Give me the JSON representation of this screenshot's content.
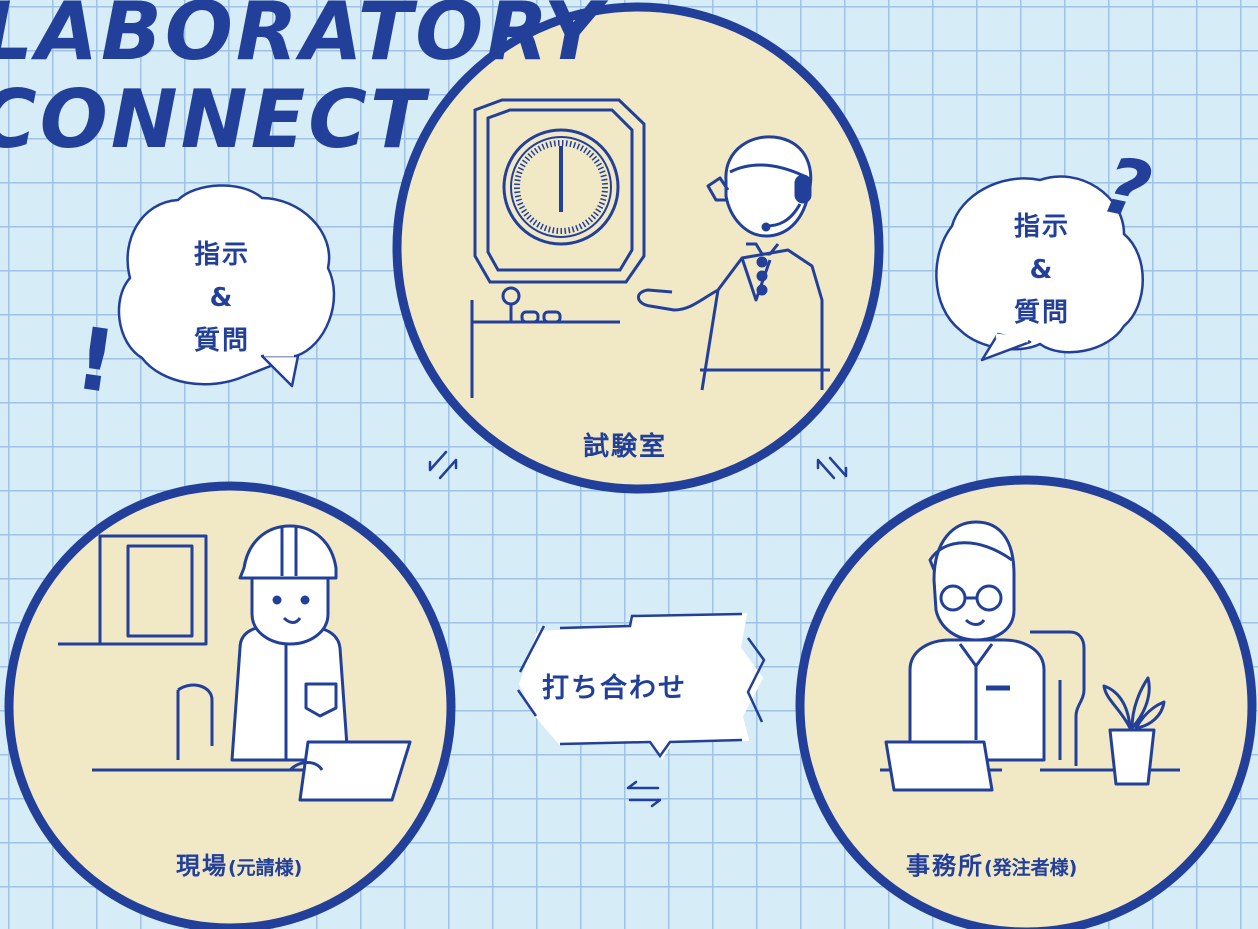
{
  "title": {
    "line1": "LABORATORY",
    "line2": "CONNECT"
  },
  "nodes": {
    "lab": {
      "label": "試験室"
    },
    "site": {
      "label": "現場",
      "sub": "(元請様)"
    },
    "office": {
      "label": "事務所",
      "sub": "(発注者様)"
    }
  },
  "bubbles": {
    "left": {
      "line1": "指示",
      "line2": "&",
      "line3": "質問"
    },
    "right": {
      "line1": "指示",
      "line2": "&",
      "line3": "質問"
    },
    "meeting": {
      "label": "打ち合わせ"
    }
  },
  "marks": {
    "exclaim": "!",
    "question": "?"
  },
  "colors": {
    "background": "#d6ecf7",
    "grid": "#9fc2e6",
    "navy": "#22409a",
    "cream": "#f1e8c6",
    "white": "#ffffff"
  },
  "icons": [
    "arrows-icon",
    "clock-gauge-icon",
    "operator-headset-icon",
    "worker-helmet-icon",
    "manager-glasses-icon",
    "laptop-icon",
    "plant-icon",
    "desk-lamp-icon"
  ]
}
